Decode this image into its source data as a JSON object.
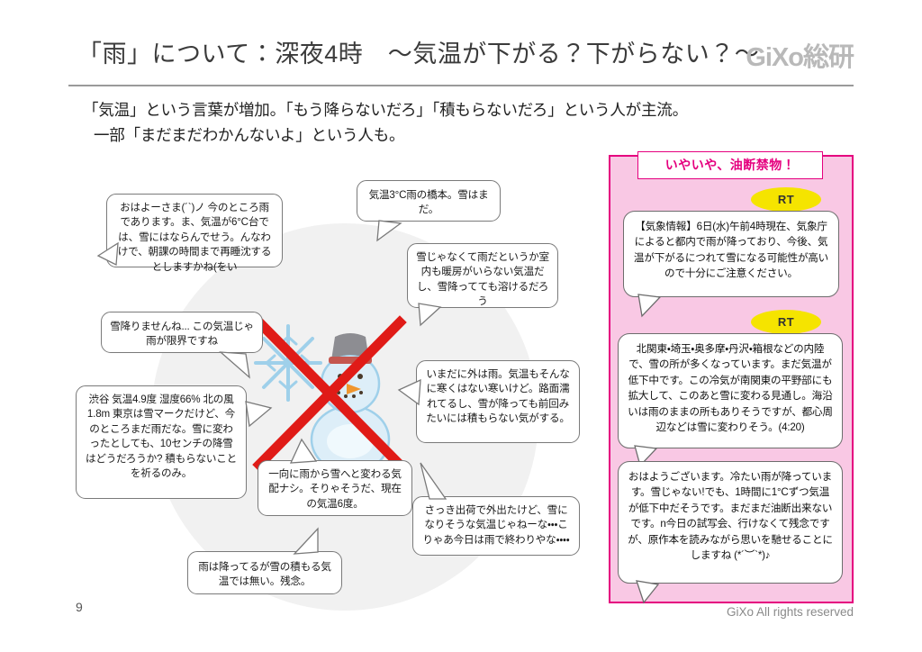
{
  "header": {
    "title": "「雨」について：深夜4時　～気温が下がる？下がらない？～",
    "logo": "GiXo総研"
  },
  "lead": {
    "line1": "「気温」という言葉が増加。「もう降らないだろ」「積もらないだろ」という人が主流。",
    "line2": "一部「まだまだわかんないよ」という人も。"
  },
  "bubbles": [
    {
      "id": "bubble-morning-rain",
      "text": "おはよーさま(´`)ノ 今のところ雨であります。ま、気温が6°C台では、雪にはならんでせう。んなわけで、朝課の時間まで再睡沈するとしますかね(をい"
    },
    {
      "id": "bubble-hashimoto",
      "text": "気温3°C雨の橋本。雪はまだ。"
    },
    {
      "id": "bubble-indoor-heating",
      "text": "雪じゃなくて雨だというか室内も暖房がいらない気温だし、雪降ってても溶けるだろう"
    },
    {
      "id": "bubble-no-snow-limit",
      "text": "雪降りませんね... この気温じゃ雨が限界ですね"
    },
    {
      "id": "bubble-shibuya-stats",
      "text": "渋谷 気温4.9度 湿度66% 北の風1.8m 東京は雪マークだけど、今のところまだ雨だな。雪に変わったとしても、10センチの降雪はどうだろうか? 積もらないことを祈るのみ。"
    },
    {
      "id": "bubble-still-raining",
      "text": "いまだに外は雨。気温もそんなに寒くはない寒いけど。路面濡れてるし、雪が降っても前回みたいには積もらない気がする。"
    },
    {
      "id": "bubble-no-sign-of-snow",
      "text": "一向に雨から雪へと変わる気配ナシ。そりゃそうだ、現在の気温6度。"
    },
    {
      "id": "bubble-shipping-trip",
      "text": "さっき出荷で外出たけど、雪になりそうな気温じゃねーな・・・こりゃあ今日は雨で終わりやな・・・・"
    },
    {
      "id": "bubble-rain-not-snow",
      "text": "雨は降ってるが雪の積もる気温では無い。残念。"
    }
  ],
  "panel": {
    "alert": "いやいや、油断禁物！",
    "rt_label": "RT",
    "items": [
      {
        "id": "panel-weather-agency",
        "badge": "RT",
        "text": "【気象情報】6日(水)午前4時現在、気象庁によると都内で雨が降っており、今後、気温が下がるにつれて雪になる可能性が高いので十分にご注意ください。"
      },
      {
        "id": "panel-kitakanto-forecast",
        "badge": "RT",
        "text": "北関東・埼玉・奥多摩・丹沢・箱根などの内陸で、雪の所が多くなっています。まだ気温が低下中です。この冷気が南関東の平野部にも拡大して、このあと雪に変わる見通し。海沿いは雨のままの所もありそうですが、都心周辺などは雪に変わりそう。(4:20)"
      },
      {
        "id": "panel-cold-rain-morning",
        "badge": "",
        "text": "おはようございます。冷たい雨が降っています。雪じゃない!でも、1時間に1°Cずつ気温が低下中だそうです。まだまだ油断出来ないです。n今日の試写会、行けなくて残念ですが、原作本を読みながら思いを馳せることにしますね (*´︶`*)♪"
      }
    ]
  },
  "footer": {
    "page_number": "9",
    "copyright": "GiXo All rights reserved"
  },
  "colors": {
    "accent_pink": "#e5007f",
    "panel_fill": "#f9c8e4",
    "rt_yellow": "#f5e400",
    "cross_red": "#e01b17",
    "snow_blue": "#b8dcf0"
  }
}
